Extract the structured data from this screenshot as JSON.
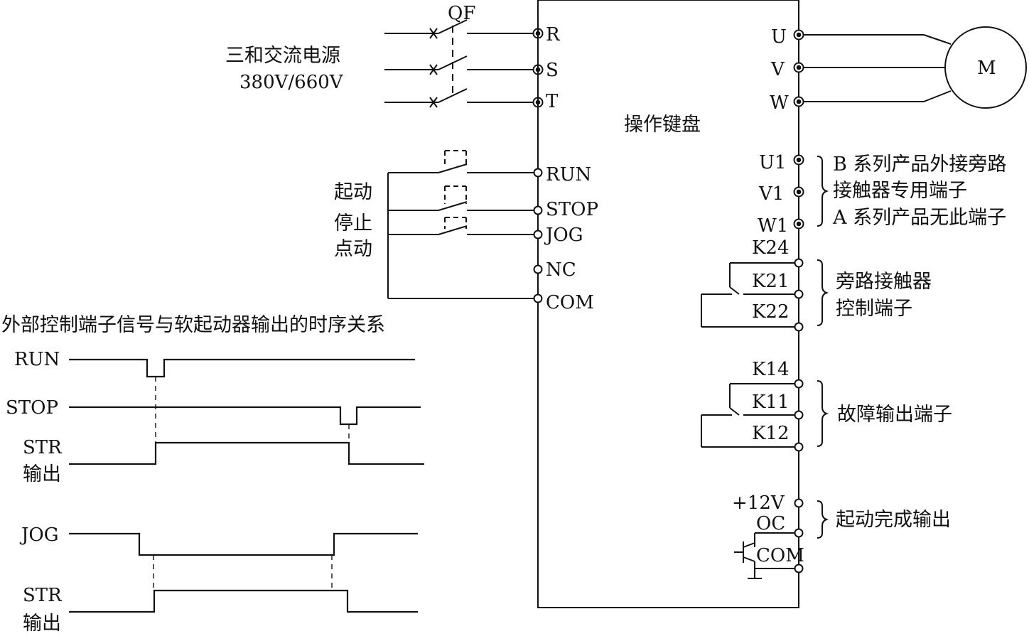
{
  "breaker": {
    "label": "QF"
  },
  "power": {
    "line1": "三和交流电源",
    "line2": "380V/660V"
  },
  "device": {
    "label": "操作键盘"
  },
  "terminals_in": {
    "R": "R",
    "S": "S",
    "T": "T",
    "RUN": "RUN",
    "STOP": "STOP",
    "JOG": "JOG",
    "NC": "NC",
    "COM": "COM"
  },
  "terminals_out": {
    "U": "U",
    "V": "V",
    "W": "W",
    "U1": "U1",
    "V1": "V1",
    "W1": "W1",
    "K24": "K24",
    "K21": "K21",
    "K22": "K22",
    "K14": "K14",
    "K11": "K11",
    "K12": "K12",
    "V12": "+12V",
    "OC": "OC",
    "COM2": "COM"
  },
  "motor": {
    "label": "M"
  },
  "buttons": {
    "start": "起动",
    "stop": "停止",
    "jog": "点动"
  },
  "notes": {
    "bypass_line1": "B 系列产品外接旁路",
    "bypass_line2": "接触器专用端子",
    "bypass_line3": "A 系列产品无此端子",
    "bypass_ctrl_line1": "旁路接触器",
    "bypass_ctrl_line2": "控制端子",
    "fault_out": "故障输出端子",
    "start_done": "起动完成输出"
  },
  "timing": {
    "title": "外部控制端子信号与软起动器输出的时序关系",
    "run": "RUN",
    "stop": "STOP",
    "str1_line1": "STR",
    "str1_line2": "输出",
    "jog": "JOG",
    "str2_line1": "STR",
    "str2_line2": "输出"
  }
}
